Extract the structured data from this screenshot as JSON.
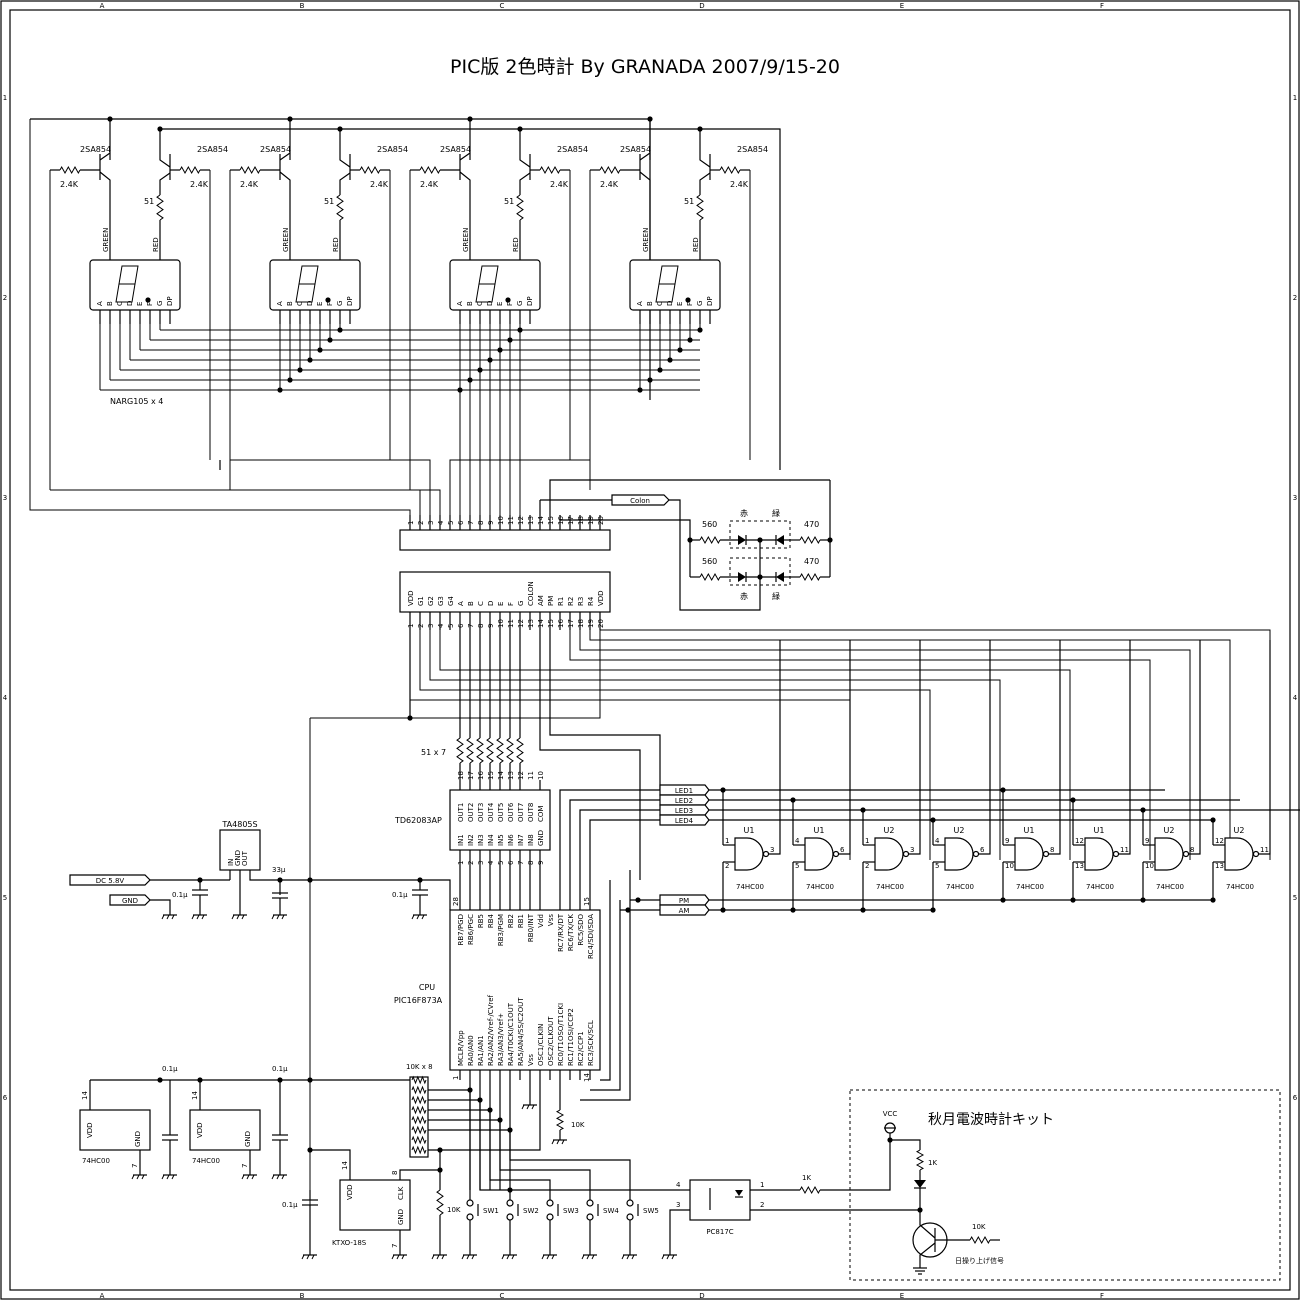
{
  "title": "PIC版 2色時計 By GRANADA 2007/9/15-20",
  "frame": {
    "columns": [
      "A",
      "B",
      "C",
      "D",
      "E",
      "F"
    ],
    "rows": [
      "1",
      "2",
      "3",
      "4",
      "5",
      "6"
    ]
  },
  "digits": {
    "transistor": "2SA854",
    "base_resistor": "2.4K",
    "red_resistor": "51",
    "green_label": "GREEN",
    "red_label": "RED",
    "segment_pins": [
      "A",
      "B",
      "C",
      "D",
      "E",
      "F",
      "G",
      "DP"
    ],
    "part_label": "NARG105 x 4",
    "count": 4
  },
  "connector": {
    "pins": [
      "1",
      "2",
      "3",
      "4",
      "5",
      "6",
      "7",
      "8",
      "9",
      "10",
      "11",
      "12",
      "13",
      "14",
      "15",
      "16",
      "17",
      "18",
      "19",
      "20"
    ],
    "signals": [
      "VDD",
      "G1",
      "G2",
      "G3",
      "G4",
      "A",
      "B",
      "C",
      "D",
      "E",
      "F",
      "G",
      "COLON",
      "AM",
      "PM",
      "R1",
      "R2",
      "R3",
      "R4",
      "VDD"
    ],
    "colon_tag": "Colon"
  },
  "colon_leds": {
    "r_left": "560",
    "r_right": "470",
    "red": "赤",
    "green": "緑"
  },
  "driver": {
    "name": "TD62083AP",
    "resistor_array": "51 x 7",
    "top_pins": [
      "18",
      "17",
      "16",
      "15",
      "14",
      "13",
      "12",
      "11",
      "10"
    ],
    "top_labels": [
      "OUT1",
      "OUT2",
      "OUT3",
      "OUT4",
      "OUT5",
      "OUT6",
      "OUT7",
      "OUT8",
      "COM"
    ],
    "bottom_pins": [
      "1",
      "2",
      "3",
      "4",
      "5",
      "6",
      "7",
      "8",
      "9"
    ],
    "bottom_labels": [
      "IN1",
      "IN2",
      "IN3",
      "IN4",
      "IN5",
      "IN6",
      "IN7",
      "IN8",
      "GND"
    ]
  },
  "net_tags": [
    "LED1",
    "LED2",
    "LED3",
    "LED4",
    "PM",
    "AM"
  ],
  "gates": [
    {
      "unit": "U1",
      "in1": "1",
      "in2": "2",
      "out": "3"
    },
    {
      "unit": "U1",
      "in1": "4",
      "in2": "5",
      "out": "6"
    },
    {
      "unit": "U2",
      "in1": "1",
      "in2": "2",
      "out": "3"
    },
    {
      "unit": "U2",
      "in1": "4",
      "in2": "5",
      "out": "6"
    },
    {
      "unit": "U1",
      "in1": "9",
      "in2": "10",
      "out": "8"
    },
    {
      "unit": "U1",
      "in1": "12",
      "in2": "13",
      "out": "11"
    },
    {
      "unit": "U2",
      "in1": "9",
      "in2": "10",
      "out": "8"
    },
    {
      "unit": "U2",
      "in1": "12",
      "in2": "13",
      "out": "11"
    }
  ],
  "gate_part": "74HC00",
  "power": {
    "dc_tag": "DC 5.8V",
    "gnd_tag": "GND",
    "regulator": "TA4805S",
    "reg_pins": [
      "IN",
      "GND",
      "OUT"
    ],
    "cap_small": "0.1μ",
    "cap_big": "33μ"
  },
  "cpu": {
    "label": "CPU",
    "part": "PIC16F873A",
    "pin_first_top": "28",
    "pin_last_top": "15",
    "pin_first_bottom": "1",
    "pin_last_bottom": "14",
    "top_labels": [
      "RB7/PGD",
      "RB6/PGC",
      "RB5",
      "RB4",
      "RB3/PGM",
      "RB2",
      "RB1",
      "RB0/INT",
      "Vdd",
      "Vss",
      "RC7/RX/DT",
      "RC6/TX/CK",
      "RC5/SDO",
      "RC4/SDI/SDA"
    ],
    "bottom_labels": [
      "MCLR/Vpp",
      "RA0/AN0",
      "RA1/AN1",
      "RA2/AN2/Vref-/CVref",
      "RA3/AN3/Vref+",
      "RA4/T0CKI/C1OUT",
      "RA5/AN4/SS/C2OUT",
      "Vss",
      "OSC1/CLKIN",
      "OSC2/CLKOUT",
      "RC0/T1OSO/T1CKI",
      "RC1/T1OSI/CCP2",
      "RC2/CCP1",
      "RC3/SCK/SCL"
    ]
  },
  "pullups": {
    "label": "10K x 8",
    "r10k": "10K"
  },
  "hc00_power": [
    {
      "part": "74HC00",
      "vdd_pin": "14",
      "gnd_pin": "7",
      "vdd": "VDD",
      "gnd": "GND"
    },
    {
      "part": "74HC00",
      "vdd_pin": "14",
      "gnd_pin": "7",
      "vdd": "VDD",
      "gnd": "GND"
    }
  ],
  "oscillator": {
    "part": "KTXO-18S",
    "vdd_pin": "14",
    "clk_pin": "8",
    "gnd_pin": "7",
    "vdd": "VDD",
    "clk": "CLK",
    "gnd": "GND"
  },
  "switches": [
    "SW1",
    "SW2",
    "SW3",
    "SW4",
    "SW5"
  ],
  "optocoupler": {
    "part": "PC817C",
    "pins": [
      "4",
      "3",
      "1",
      "2"
    ]
  },
  "radio_kit": {
    "title": "秋月電波時計キット",
    "vcc": "VCC",
    "r1": "1K",
    "r2": "10K",
    "signal": "日操り上げ信号"
  }
}
